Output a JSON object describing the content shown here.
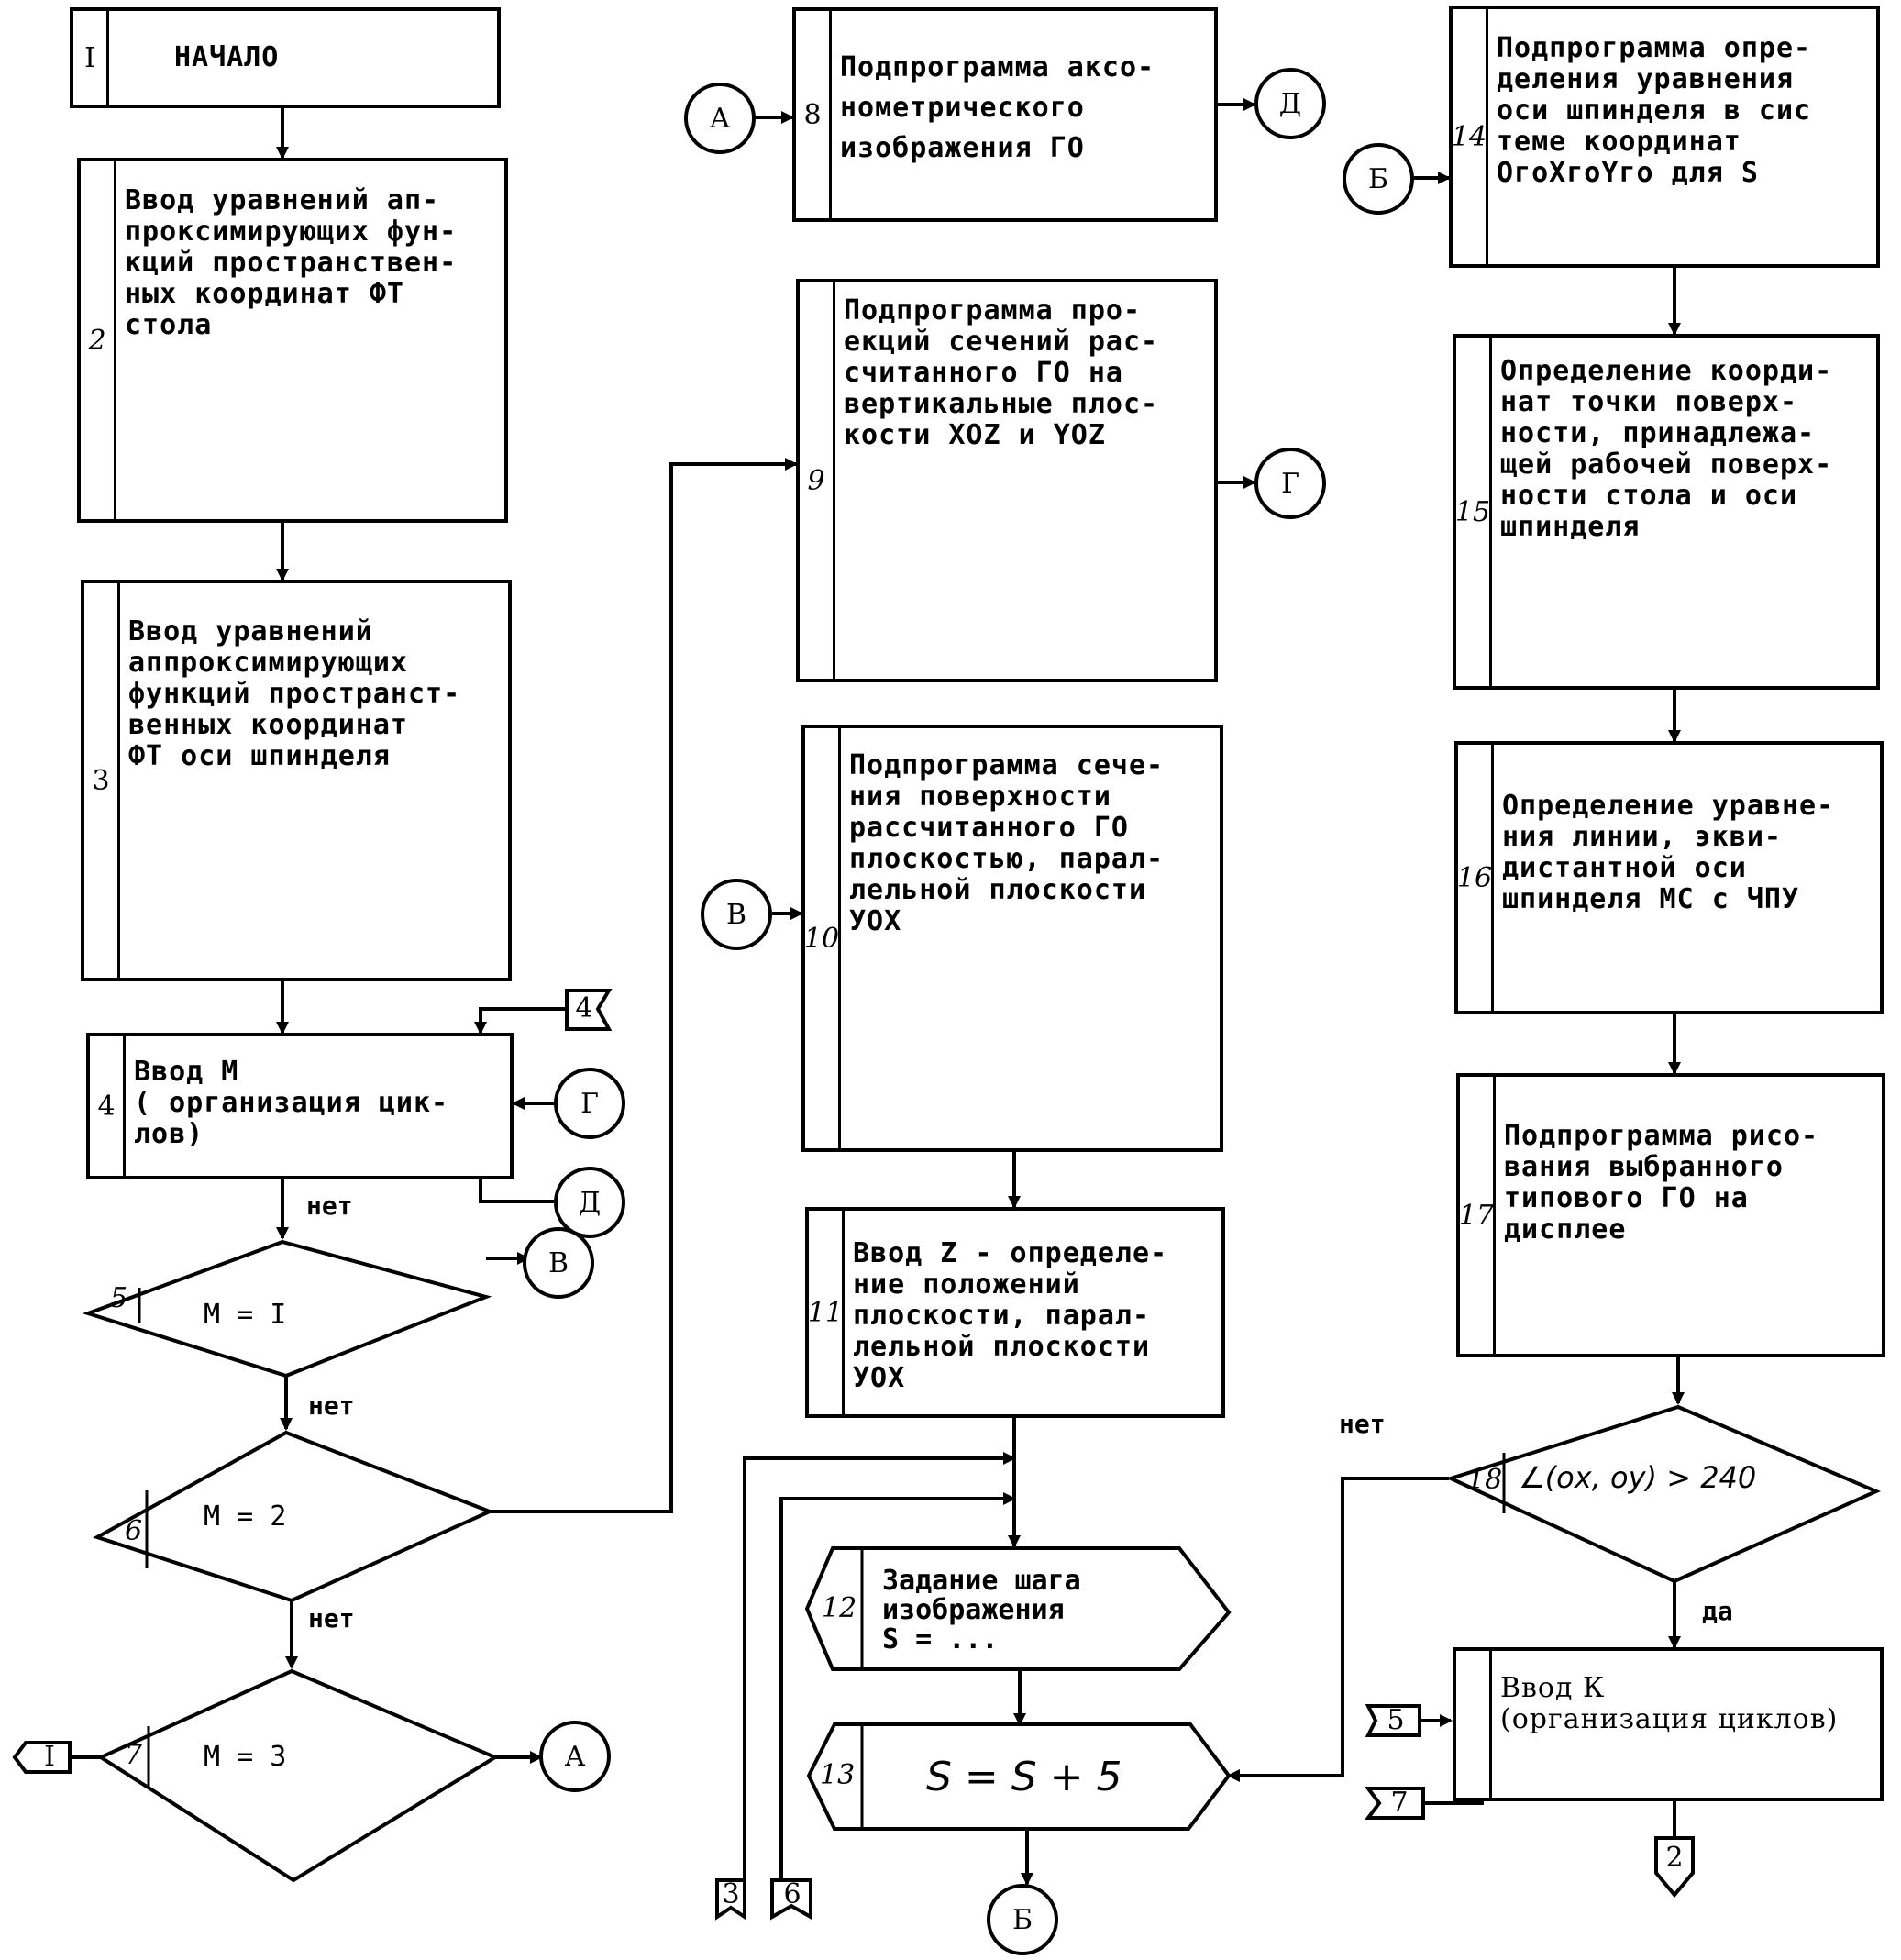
{
  "blocks": [
    {
      "id": "1",
      "number": "I",
      "text": "НАЧАЛО"
    },
    {
      "id": "2",
      "number": "2",
      "text": "Ввод уравнений ап-\nпроксимирующих фун-\nкций пространствен-\nных координат ФТ\n      стола"
    },
    {
      "id": "3",
      "number": "3",
      "text": "Ввод уравнений\nаппроксимирующих\nфункций пространст-\nвенных координат\nФТ оси шпинделя"
    },
    {
      "id": "4",
      "number": "4",
      "text": "    Ввод М\n( организация цик-\n     лов)"
    },
    {
      "id": "8",
      "number": "8",
      "text": "Подпрограмма аксо-\nнометрического\nизображения ГО"
    },
    {
      "id": "9",
      "number": "9",
      "text": "Подпрограмма про-\nекций сечений рас-\nсчитанного ГО на\nвертикальные плос-\nкости XOZ и YOZ"
    },
    {
      "id": "10",
      "number": "10",
      "text": "Подпрограмма сече-\nния поверхности\nрассчитанного ГО\nплоскостью, парал-\nлельной плоскости\n       УОХ"
    },
    {
      "id": "11",
      "number": "11",
      "text": "Ввод Z - определе-\nние положений\nплоскости, парал-\nлельной плоскости\n      УОХ"
    },
    {
      "id": "14",
      "number": "14",
      "text": "Подпрограмма опре-\nделения уравнения\nоси шпинделя в сис\nтеме координат\n  OгоXгоYго   для S"
    },
    {
      "id": "15",
      "number": "15",
      "text": "Определение коорди-\nнат точки поверх-\nности, принадлежа-\nщей рабочей поверх-\nности стола и оси\n     шпинделя"
    },
    {
      "id": "16",
      "number": "16",
      "text": "Определение уравне-\nния линии, экви-\nдистантной оси\nшпинделя МС с ЧПУ"
    },
    {
      "id": "17",
      "number": "17",
      "text": "Подпрограмма рисо-\nвания выбранного\nтипового ГО на\nдисплее"
    },
    {
      "id": "19",
      "number": "",
      "text": "      Ввод К\n(организация циклов)"
    }
  ],
  "decisions": [
    {
      "id": "5",
      "number": "5",
      "condition": "М = I"
    },
    {
      "id": "6",
      "number": "6",
      "condition": "М = 2"
    },
    {
      "id": "7",
      "number": "7",
      "condition": "М = 3"
    },
    {
      "id": "18",
      "number": "18",
      "condition": "∠(ox, oy) > 240"
    }
  ],
  "preparations": [
    {
      "id": "12",
      "number": "12",
      "text": "Задание шага\nизображения\n      S = ..."
    },
    {
      "id": "13",
      "number": "13",
      "text": "S = S + 5"
    }
  ],
  "connectors": {
    "A_in": "А",
    "D_out": "Д",
    "G_out": "Г",
    "V_in": "В",
    "B_out": "Б",
    "E_in": "Б",
    "G_to4": "Г",
    "D_to4": "Д",
    "V_from5": "В",
    "A_from7": "А"
  },
  "page_refs": {
    "ref4": "4",
    "ref3": "3",
    "ref6": "6",
    "ref1": "I",
    "ref2": "2",
    "ref5": "5",
    "ref7": "7"
  },
  "labels": {
    "no": "нет",
    "yes": "да"
  }
}
